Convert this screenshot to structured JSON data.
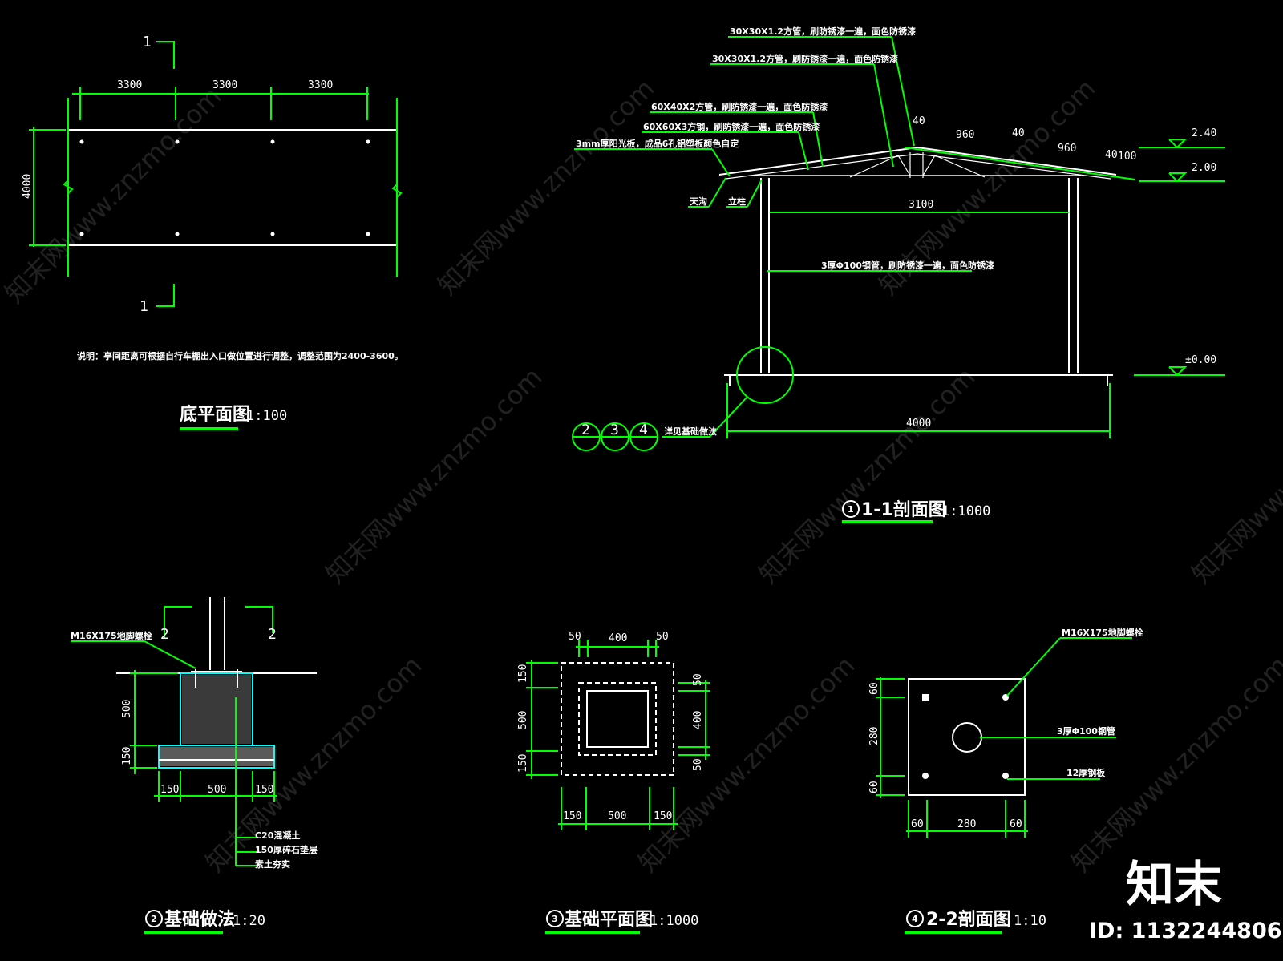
{
  "plan": {
    "dim1": "3300",
    "dim2": "3300",
    "dim3": "3300",
    "dim_height": "4000",
    "section_mark": "1",
    "note": "说明：亭间距离可根据自行车棚出入口做位置进行调整，调整范围为2400-3600。",
    "title": "底平面图",
    "scale": "1:100"
  },
  "section11": {
    "label1": "30X30X1.2方管，刷防锈漆一遍，面色防锈漆",
    "label2": "30X30X1.2方管，刷防锈漆一遍，面色防锈漆",
    "label3": "60X40X2方管，刷防锈漆一遍，面色防锈漆",
    "label4": "60X60X3方钢，刷防锈漆一遍，面色防锈漆",
    "label5": "3mm厚阳光板，成品6孔铝塑板颜色自定",
    "label6": "天沟",
    "label7": "立柱",
    "label8": "3厚Φ100钢管，刷防锈漆一遍，面色防锈漆",
    "label9": "详见基础做法",
    "dim_40a": "40",
    "dim_960a": "960",
    "dim_40b": "40",
    "dim_960b": "960",
    "dim_40c": "40",
    "dim_100": "100",
    "dim_3100": "3100",
    "dim_4000": "4000",
    "elev1": "2.40",
    "elev2": "2.00",
    "elev0": "±0.00",
    "detail2": "2",
    "detail3": "3",
    "detail4": "4",
    "title_num": "1",
    "title": "1-1剖面图",
    "scale": "1:1000"
  },
  "foundation": {
    "bolt": "M16X175地脚螺栓",
    "mark": "2",
    "dim500": "500",
    "dim150": "150",
    "w150a": "150",
    "w500": "500",
    "w150b": "150",
    "m1": "C20混凝土",
    "m2": "150厚碎石垫层",
    "m3": "素土夯实",
    "title_num": "2",
    "title": "基础做法",
    "scale": "1:20"
  },
  "found_plan": {
    "t50a": "50",
    "t400": "400",
    "t50b": "50",
    "l150a": "150",
    "l500": "500",
    "l150b": "150",
    "r50a": "50",
    "r400": "400",
    "r50b": "50",
    "b150a": "150",
    "b500": "500",
    "b150b": "150",
    "title_num": "3",
    "title": "基础平面图",
    "scale": "1:1000"
  },
  "section22": {
    "bolt": "M16X175地脚螺栓",
    "pipe": "3厚Φ100钢管",
    "plate": "12厚钢板",
    "l60a": "60",
    "l280": "280",
    "l60b": "60",
    "b60a": "60",
    "b280": "280",
    "b60b": "60",
    "title_num": "4",
    "title": "2-2剖面图",
    "scale": "1:10"
  },
  "watermark": {
    "text": "知末网www.znzmo.com",
    "brand": "知末",
    "id": "ID: 1132244806"
  },
  "colors": {
    "bg": "#000000",
    "dim": "#00ff00",
    "line": "#ffffff",
    "footing": "#00ffff"
  }
}
